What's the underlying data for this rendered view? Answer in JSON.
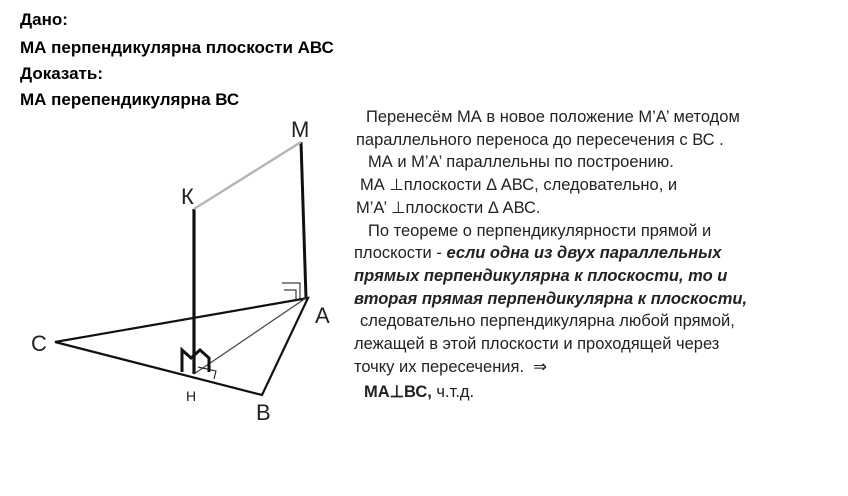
{
  "given": {
    "dano": "Дано:",
    "condition": "МА перпендикулярна плоскости  АВС",
    "prove_heading": "Доказать:",
    "prove_statement": "МА перепендикулярна ВС"
  },
  "diagram": {
    "vertices": {
      "M": "M",
      "K": "К",
      "A": "A",
      "C": "C",
      "B": "B",
      "H": "H"
    }
  },
  "proof": {
    "line1": "Перенесём МА в новое положение М’А’ методом",
    "line2": "параллельного переноса до пересечения с ВС .",
    "line3": "МА и М’А’ параллельны по построению.",
    "line4": "МА ⊥плоскости  Δ АВС, следовательно, и",
    "line5": "М’А’ ⊥плоскости Δ АВС.",
    "line6": "По теореме о перпендикулярности прямой и",
    "line7_plain": "плоскости - ",
    "line7_emph": "если одна из двух параллельных",
    "line8": "прямых перпендикулярна к плоскости, то и",
    "line9": "вторая прямая перпендикулярна к плоскости,",
    "line10": "следовательно перпендикулярна любой прямой,",
    "line11": "лежащей в этой плоскости и проходящей через",
    "line12_text": "точку их пересечения.",
    "line12_symbol": "⇒",
    "conclusion_strong": "МА⊥ВС,",
    "conclusion_tail": " ч.т.д."
  }
}
